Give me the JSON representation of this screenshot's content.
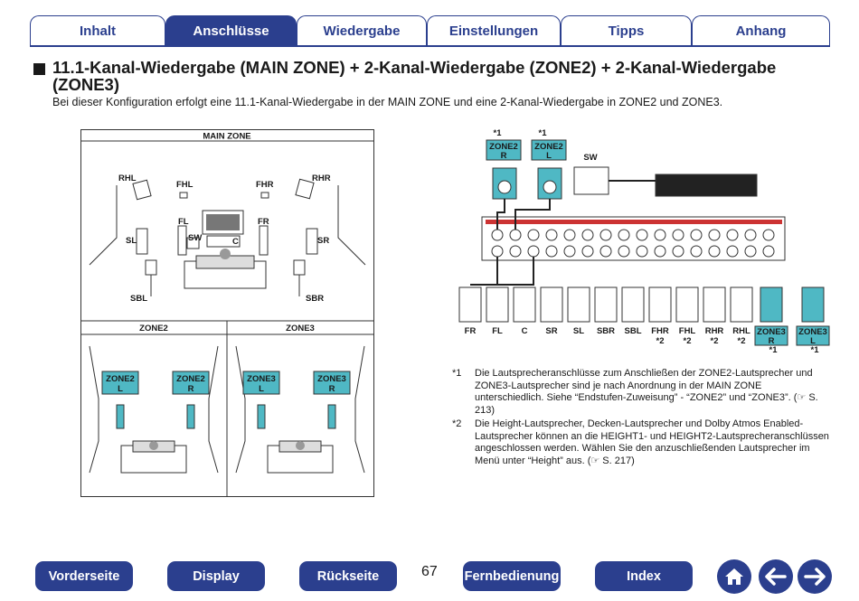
{
  "tabs": [
    {
      "label": "Inhalt",
      "active": false
    },
    {
      "label": "Anschlüsse",
      "active": true
    },
    {
      "label": "Wiedergabe",
      "active": false
    },
    {
      "label": "Einstellungen",
      "active": false
    },
    {
      "label": "Tipps",
      "active": false
    },
    {
      "label": "Anhang",
      "active": false
    }
  ],
  "heading": {
    "title": "11.1-Kanal-Wiedergabe (MAIN ZONE) + 2-Kanal-Wiedergabe (ZONE2) + 2-Kanal-Wiedergabe (ZONE3)",
    "intro": "Bei dieser Konfiguration erfolgt eine 11.1-Kanal-Wiedergabe in der MAIN ZONE und eine 2-Kanal-Wiedergabe in ZONE2 und ZONE3."
  },
  "room_diagram": {
    "main_zone": "MAIN ZONE",
    "zone2": "ZONE2",
    "zone3": "ZONE3",
    "speakers": {
      "rhl": "RHL",
      "fhl": "FHL",
      "fhr": "FHR",
      "rhr": "RHR",
      "fl": "FL",
      "fr": "FR",
      "sw": "SW",
      "c": "C",
      "sl": "SL",
      "sr": "SR",
      "sbl": "SBL",
      "sbr": "SBR"
    },
    "zone2_left": [
      "ZONE2",
      "L"
    ],
    "zone2_right": [
      "ZONE2",
      "R"
    ],
    "zone3_left": [
      "ZONE3",
      "L"
    ],
    "zone3_right": [
      "ZONE3",
      "R"
    ]
  },
  "connection_diagram": {
    "zone2_r": [
      "ZONE2",
      "R"
    ],
    "zone2_l": [
      "ZONE2",
      "L"
    ],
    "note_mark": "*1",
    "note_mark2": "*2",
    "sw": "SW",
    "bottom_labels": [
      "FR",
      "FL",
      "C",
      "SR",
      "SL",
      "SBR",
      "SBL",
      "FHR",
      "FHL",
      "RHR",
      "RHL"
    ],
    "zone3_r": [
      "ZONE3",
      "R"
    ],
    "zone3_l": [
      "ZONE3",
      "L"
    ]
  },
  "footnotes": [
    {
      "mark": "*1",
      "text": "Die Lautsprecheranschlüsse zum Anschließen der ZONE2-Lautsprecher und ZONE3-Lautsprecher sind je nach Anordnung in der MAIN ZONE unterschiedlich. Siehe “Endstufen-Zuweisung” - “ZONE2” und “ZONE3”. (☞ S. 213)"
    },
    {
      "mark": "*2",
      "text": "Die Height-Lautsprecher, Decken-Lautsprecher und Dolby Atmos Enabled-Lautsprecher können an die HEIGHT1- und HEIGHT2-Lautsprecheranschlüssen angeschlossen werden. Wählen Sie den anzuschließenden Lautsprecher im Menü unter “Height” aus. (☞ S. 217)"
    }
  ],
  "nav": {
    "front": "Vorderseite",
    "display": "Display",
    "rear": "Rückseite",
    "page": "67",
    "remote": "Fernbedienung",
    "index": "Index"
  },
  "colors": {
    "brand": "#2b3f8e",
    "zone": "#4fb8c4"
  }
}
